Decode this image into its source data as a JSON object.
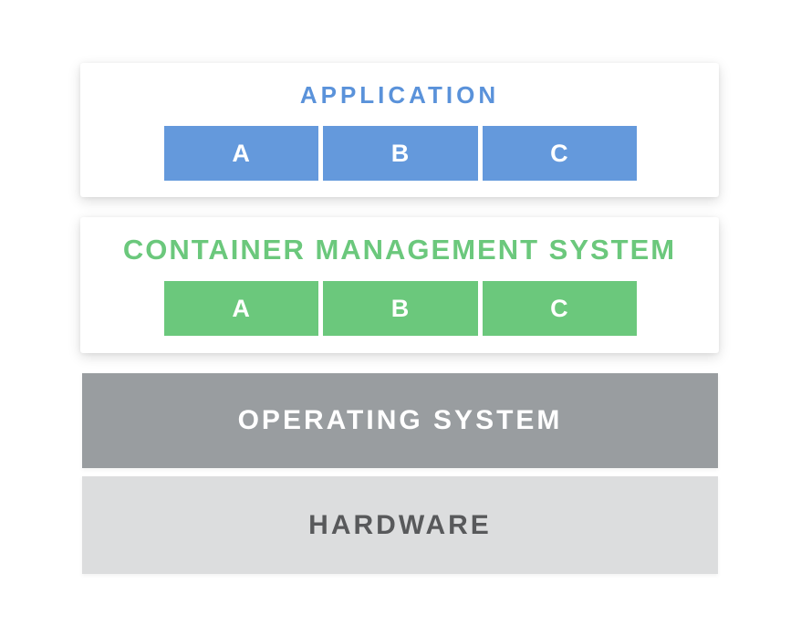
{
  "colors": {
    "app_title_blue": "#5A92DA",
    "app_blue": "#6499DC",
    "cms_green": "#6BC87C",
    "cms_green_box": "#6BC87C",
    "os_gray": "#999DA0",
    "os_text": "#FFFFFF",
    "hw_gray": "#DCDDDE",
    "hw_text": "#58595B",
    "box_text": "#FFFFFF"
  },
  "application": {
    "title": "APPLICATION",
    "containers": [
      "A",
      "B",
      "C"
    ]
  },
  "cms": {
    "title": "CONTAINER MANAGEMENT SYSTEM",
    "containers": [
      "A",
      "B",
      "C"
    ]
  },
  "os": {
    "label": "OPERATING SYSTEM"
  },
  "hardware": {
    "label": "HARDWARE"
  }
}
